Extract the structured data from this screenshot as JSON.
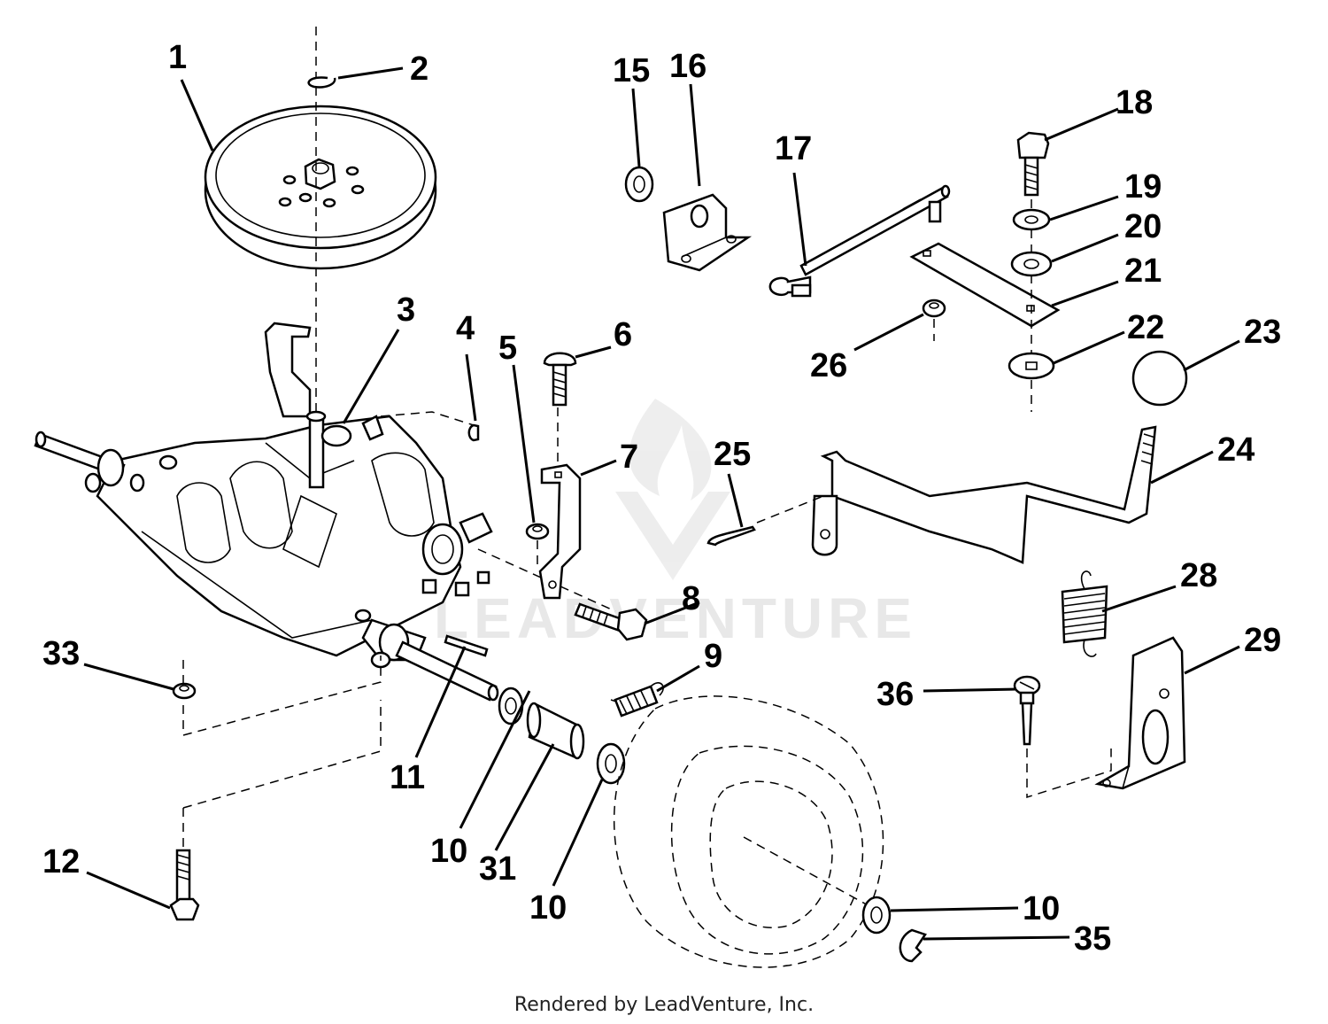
{
  "callouts": {
    "c1": "1",
    "c2": "2",
    "c3": "3",
    "c4": "4",
    "c5": "5",
    "c6": "6",
    "c7": "7",
    "c8": "8",
    "c9": "9",
    "c10a": "10",
    "c10b": "10",
    "c10c": "10",
    "c11": "11",
    "c12": "12",
    "c15": "15",
    "c16": "16",
    "c17": "17",
    "c18": "18",
    "c19": "19",
    "c20": "20",
    "c21": "21",
    "c22": "22",
    "c23": "23",
    "c24": "24",
    "c25": "25",
    "c26": "26",
    "c28": "28",
    "c29": "29",
    "c31": "31",
    "c33": "33",
    "c35": "35",
    "c36": "36"
  },
  "watermark": "LEADVENTURE",
  "credit": "Rendered by LeadVenture, Inc."
}
